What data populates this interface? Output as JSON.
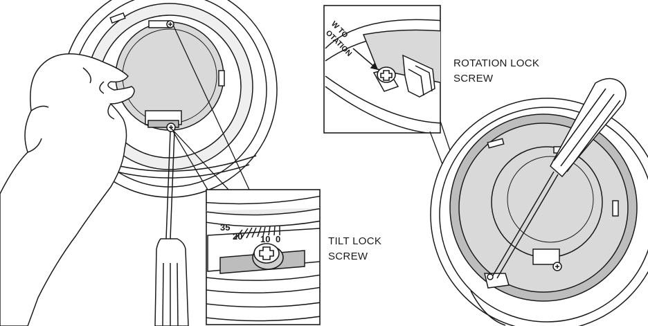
{
  "labels": {
    "rotation_lock_line1": "ROTATION LOCK",
    "rotation_lock_line2": "SCREW",
    "tilt_lock_line1": "TILT LOCK",
    "tilt_lock_line2": "SCREW"
  },
  "inset_top": {
    "arrow_text_line1": "W TO",
    "arrow_text_line2": "OTATION"
  },
  "inset_tilt_scale": {
    "tick_35": "35",
    "tick_20": "20",
    "tick_10": "10",
    "tick_0": "0"
  },
  "colors": {
    "stroke": "#1a1a1a",
    "gray_fill": "#d9d9d9",
    "dark_gray": "#bdbdbd",
    "white": "#ffffff"
  }
}
